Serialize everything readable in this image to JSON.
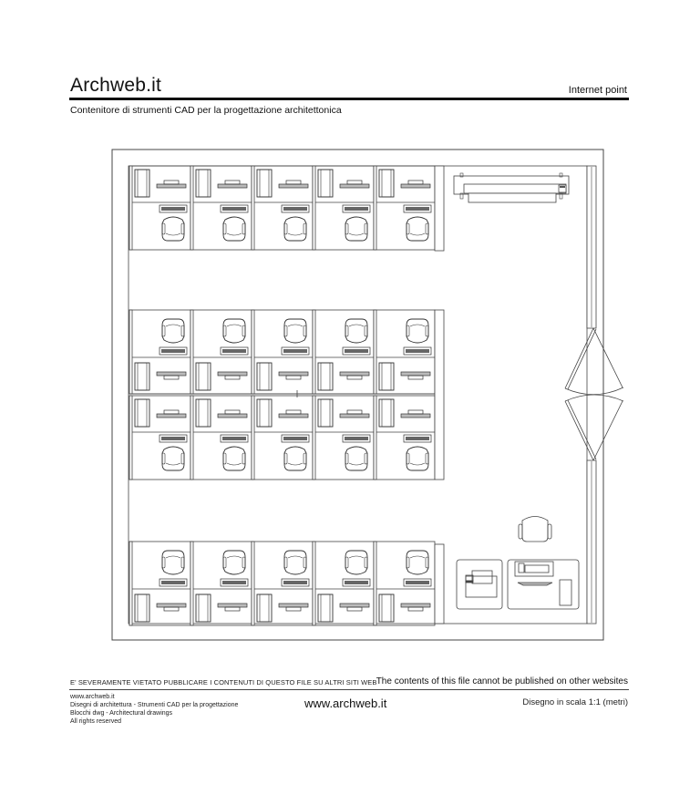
{
  "header": {
    "brand": "Archweb.it",
    "drawing_title": "Internet point",
    "subtitle": "Contenitore di strumenti CAD per la progettazione architettonica"
  },
  "plan": {
    "name": "Internet point floor plan",
    "workstations": {
      "rows": 4,
      "per_row": 5,
      "total": 20
    },
    "elements": [
      "workstation-desk",
      "monitor",
      "keyboard",
      "office-chair",
      "cpu-tower",
      "partition",
      "counter",
      "printer",
      "double-door",
      "window"
    ]
  },
  "footer": {
    "warning_it": "E' SEVERAMENTE VIETATO PUBBLICARE I CONTENUTI DI QUESTO FILE SU ALTRI SITI WEB",
    "warning_en": "The contents of this file cannot be published on other websites",
    "credits": [
      "www.archweb.it",
      "Disegni di architettura - Strumenti CAD  per la progettazione",
      "Blocchi dwg - Architectural drawings",
      "All rights reserved"
    ],
    "site": "www.archweb.it",
    "scale": "Disegno in scala 1:1 (metri)"
  }
}
